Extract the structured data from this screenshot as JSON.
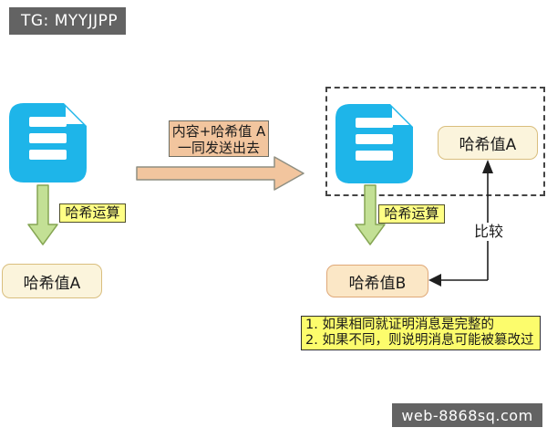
{
  "colors": {
    "badge-bg": "#636363",
    "badge-text": "#ffffff",
    "doc-cyan": "#1eb5e9",
    "green-fill": "#c3e095",
    "green-stroke": "#86a654",
    "label-yellow": "#ffff85",
    "label-border": "#4f4f2a",
    "cream-fill": "#fbf4dc",
    "cream-border": "#d9be7e",
    "peach-fill": "#fbe7c6",
    "peach-border": "#dfa878",
    "tan-fill": "#f2c59e",
    "tan-border": "#6e6e64",
    "note-yellow": "#fcfc6c",
    "note-border": "#2e2e2e",
    "connector": "#1f1f1f",
    "dashed-border": "#444444"
  },
  "watermarks": {
    "top": "TG: MYYJJPP",
    "bottom": "web-8868sq.com"
  },
  "sender": {
    "hash_op_label": "哈希运算",
    "hash_value_label": "哈希值A"
  },
  "transfer": {
    "label_line1": "内容+哈希值 A",
    "label_line2": "一同发送出去"
  },
  "receiver": {
    "hash_op_label": "哈希运算",
    "received_hash_label": "哈希值A",
    "computed_hash_label": "哈希值B",
    "compare_label": "比较"
  },
  "note": {
    "line1": "1. 如果相同就证明消息是完整的",
    "line2": "2. 如果不同，则说明消息可能被篡改过"
  }
}
